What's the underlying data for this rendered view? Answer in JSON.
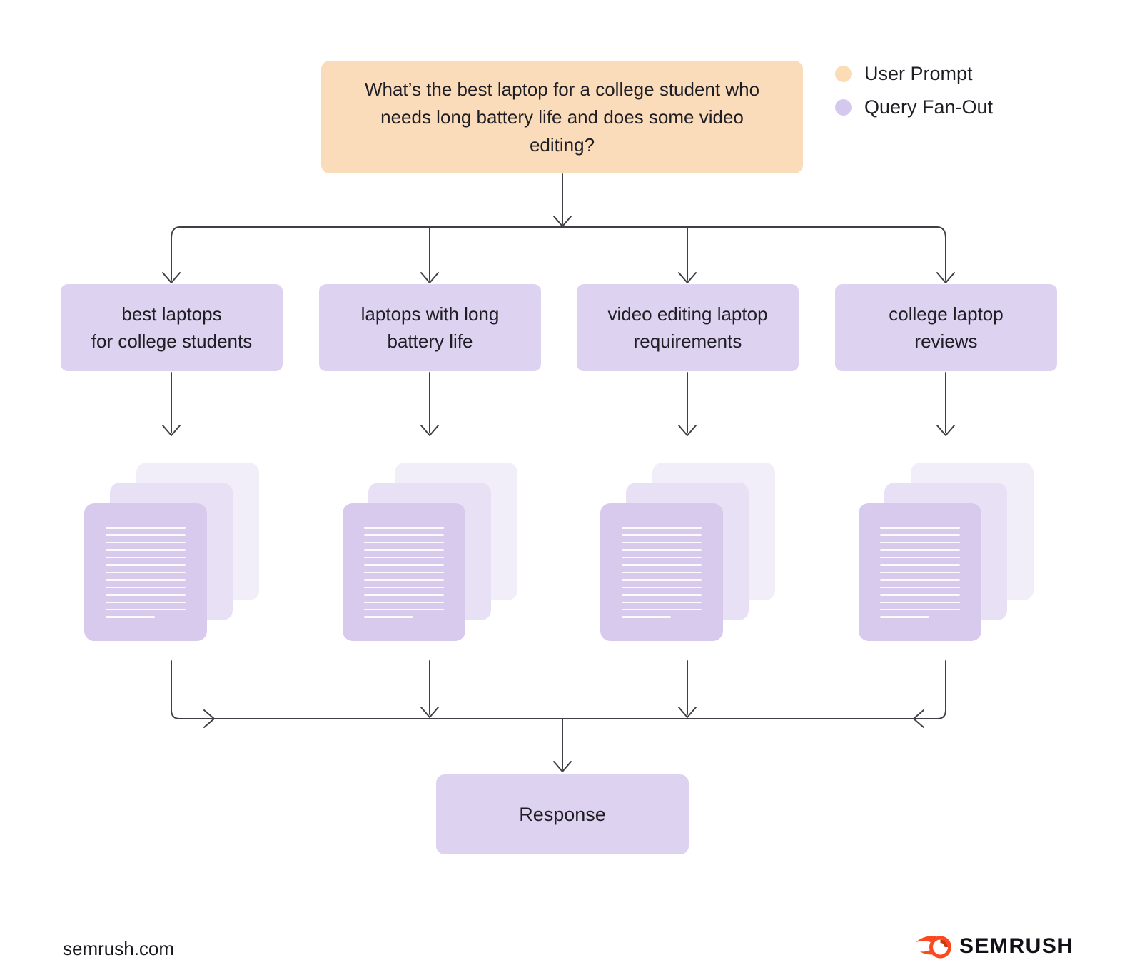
{
  "prompt": {
    "text": "What’s the best laptop for a college student who needs long battery life and does some video editing?"
  },
  "legend": {
    "items": [
      {
        "label": "User Prompt",
        "color": "#FBDCB4"
      },
      {
        "label": "Query Fan-Out",
        "color": "#D5C8EE"
      }
    ]
  },
  "queries": [
    {
      "line1": "best laptops",
      "line2": "for college students"
    },
    {
      "line1": "laptops with long",
      "line2": "battery life"
    },
    {
      "line1": "video editing laptop",
      "line2": "requirements"
    },
    {
      "line1": "college laptop",
      "line2": "reviews"
    }
  ],
  "response": {
    "label": "Response"
  },
  "footer": {
    "website": "semrush.com",
    "brand": "SEMRUSH"
  },
  "colors": {
    "user_prompt_fill": "#FBDCBA",
    "query_fill": "#DDD2EF",
    "doc_front": "#D8CAEC",
    "doc_middle": "#E8E1F5",
    "doc_back": "#F2EEF9",
    "connector": "#3F3F46",
    "text": "#1F1E24",
    "brand_orange": "#FB4A1F"
  }
}
